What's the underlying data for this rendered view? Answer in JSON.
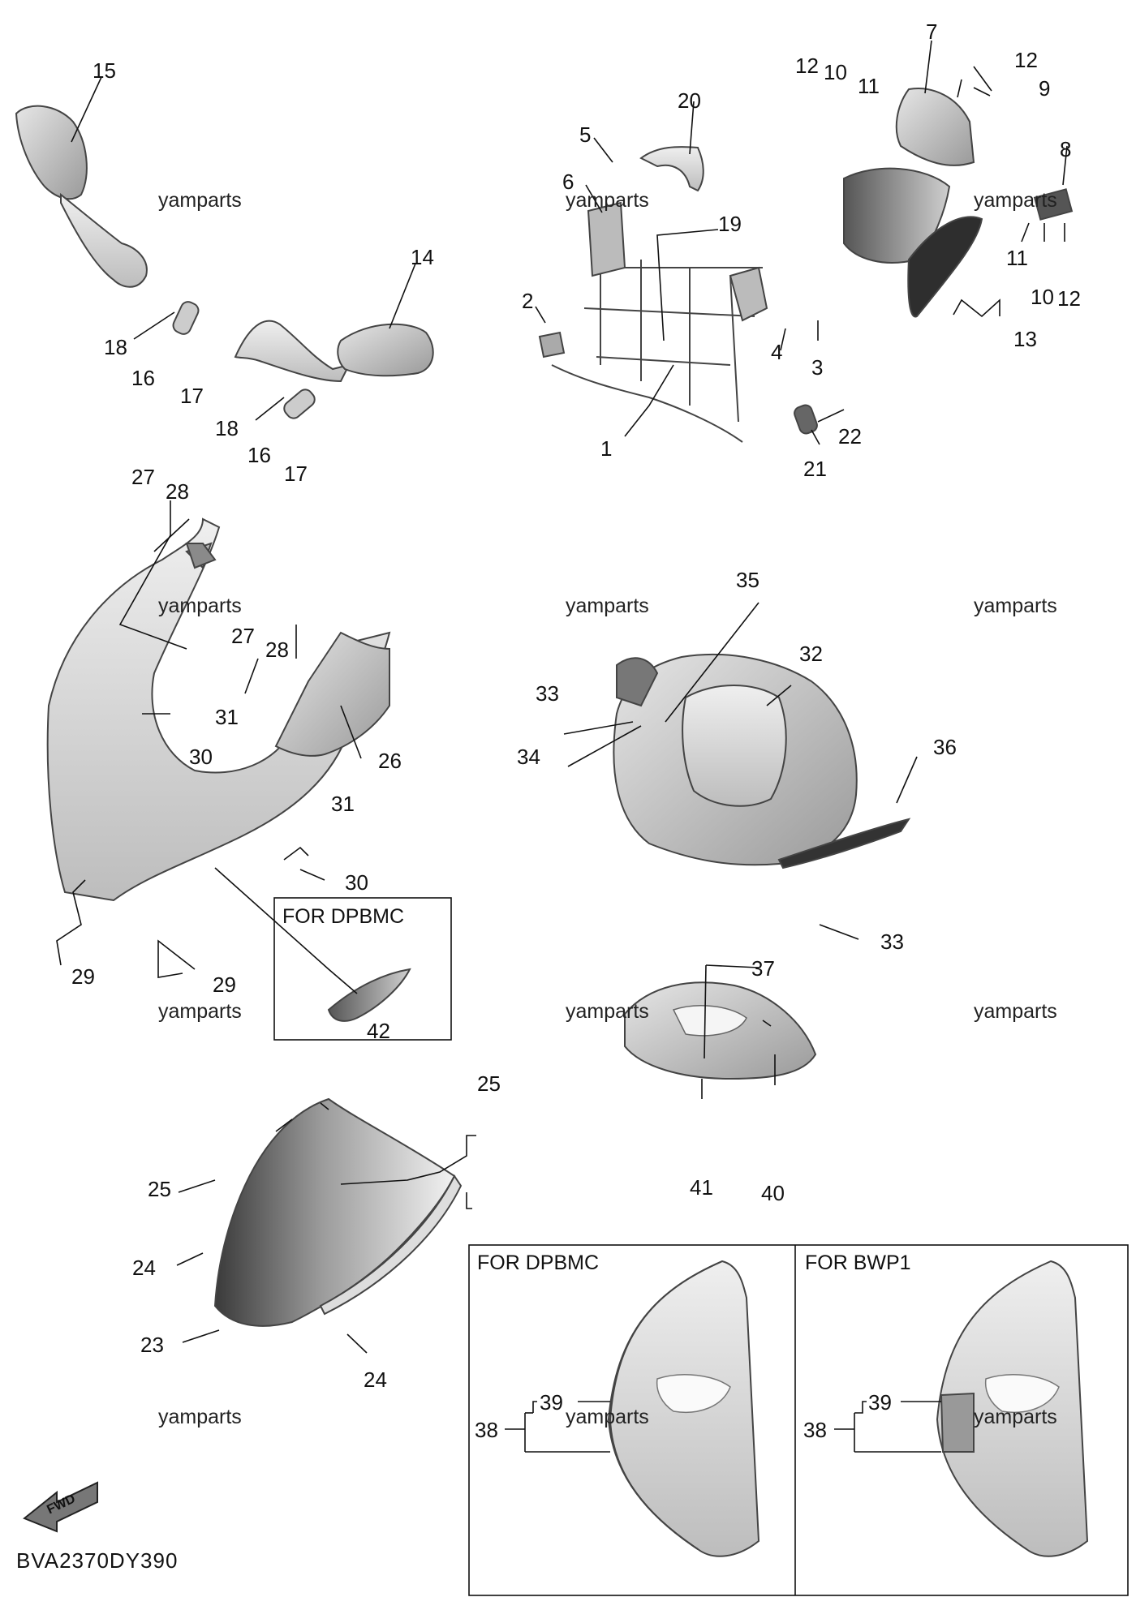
{
  "watermark": "yamparts",
  "diagram_code": "BVA2370DY390",
  "fwd_label": "FWD",
  "variant_labels": {
    "mid_box": "FOR DPBMC",
    "bottom_left_box": "FOR DPBMC",
    "bottom_right_box": "FOR BWP1"
  },
  "callouts": {
    "c1": "1",
    "c2": "2",
    "c3": "3",
    "c4": "4",
    "c5": "5",
    "c6": "6",
    "c7": "7",
    "c8": "8",
    "c9": "9",
    "c10a": "10",
    "c10b": "10",
    "c11a": "11",
    "c11b": "11",
    "c12a": "12",
    "c12b": "12",
    "c12c": "12",
    "c13": "13",
    "c14": "14",
    "c15": "15",
    "c16a": "16",
    "c16b": "16",
    "c17a": "17",
    "c17b": "17",
    "c18a": "18",
    "c18b": "18",
    "c19": "19",
    "c20": "20",
    "c21": "21",
    "c22": "22",
    "c23": "23",
    "c24a": "24",
    "c24b": "24",
    "c25a": "25",
    "c25b": "25",
    "c26": "26",
    "c27a": "27",
    "c27b": "27",
    "c28a": "28",
    "c28b": "28",
    "c29a": "29",
    "c29b": "29",
    "c30a": "30",
    "c30b": "30",
    "c31a": "31",
    "c31b": "31",
    "c32": "32",
    "c33a": "33",
    "c33b": "33",
    "c34": "34",
    "c35": "35",
    "c36": "36",
    "c37": "37",
    "c38a": "38",
    "c38b": "38",
    "c39a": "39",
    "c39b": "39",
    "c40": "40",
    "c41": "41",
    "c42": "42"
  }
}
